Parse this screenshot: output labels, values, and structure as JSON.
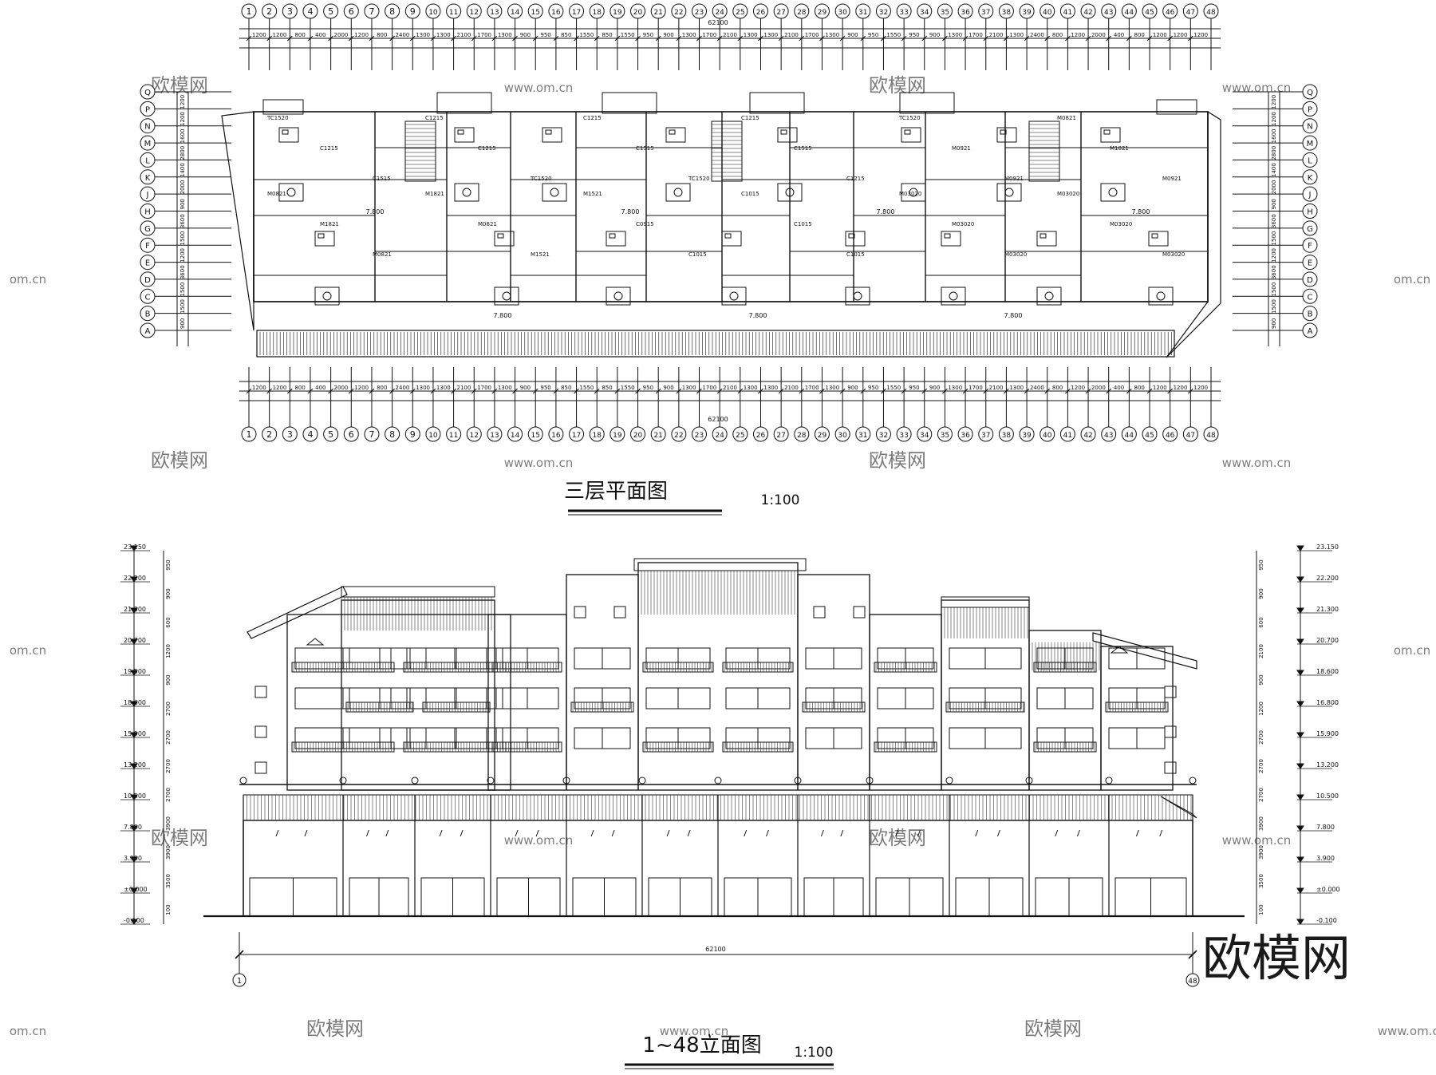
{
  "plan": {
    "title": "三层平面图",
    "scale": "1:100",
    "total_dim": "62100",
    "axis_numbers": [
      "1",
      "2",
      "3",
      "4",
      "5",
      "6",
      "7",
      "8",
      "9",
      "10",
      "11",
      "12",
      "13",
      "14",
      "15",
      "16",
      "17",
      "18",
      "19",
      "20",
      "21",
      "22",
      "23",
      "24",
      "25",
      "26",
      "27",
      "28",
      "29",
      "30",
      "31",
      "32",
      "33",
      "34",
      "35",
      "36",
      "37",
      "38",
      "39",
      "40",
      "41",
      "42",
      "43",
      "44",
      "45",
      "46",
      "47",
      "48"
    ],
    "axis_letters": [
      "Q",
      "P",
      "N",
      "M",
      "L",
      "K",
      "J",
      "H",
      "G",
      "F",
      "E",
      "D",
      "C",
      "B",
      "A"
    ],
    "top_dims_row1": [
      "1200",
      "1200",
      "800",
      "400",
      "2000",
      "1200",
      "800",
      "2400",
      "1300",
      "1300",
      "2100",
      "1700",
      "1300",
      "900",
      "950",
      "850",
      "1550",
      "850",
      "1550",
      "950",
      "900",
      "1300",
      "1700",
      "2100",
      "1300",
      "1300",
      "2100",
      "1700",
      "1300",
      "900",
      "950",
      "1550",
      "950",
      "900",
      "1300",
      "1700",
      "2100",
      "1300",
      "2400",
      "800",
      "1200",
      "2000",
      "400",
      "800",
      "1200",
      "1200"
    ],
    "left_dims": [
      "1200",
      "1200",
      "1600",
      "2800",
      "1400",
      "2000",
      "900",
      "3600",
      "1500",
      "1200",
      "3600",
      "1500",
      "1500",
      "900",
      "900"
    ],
    "elevation_marks": [
      "7.800",
      "7.800",
      "7.800",
      "7.800",
      "7.800",
      "7.800",
      "7.800"
    ],
    "room_labels": [
      "TC1520",
      "C1215",
      "C1515",
      "C1215",
      "C1215",
      "TC1520",
      "C1215",
      "C1515",
      "TC1520",
      "C1215",
      "C1515",
      "C1215",
      "TC1520",
      "M0921",
      "M0921",
      "M0821",
      "M1021",
      "M0921",
      "M0821",
      "M1821",
      "M0821",
      "M1821",
      "M0821",
      "M1521",
      "M1521",
      "C0915",
      "C1015",
      "C1015",
      "C1015",
      "C1015",
      "M03020",
      "M03020",
      "M03020",
      "M03020",
      "M03020",
      "M03020"
    ]
  },
  "elevation": {
    "title": "1~48立面图",
    "scale": "1:100",
    "total_dim": "62100",
    "axis_start": "1",
    "axis_end": "48",
    "levels_left": [
      "23.150",
      "22.200",
      "21.300",
      "20.700",
      "19.500",
      "18.600",
      "15.900",
      "13.200",
      "10.500",
      "7.800",
      "3.900",
      "±0.000",
      "-0.100"
    ],
    "levels_right": [
      "23.150",
      "22.200",
      "21.300",
      "20.700",
      "18.600",
      "16.800",
      "15.900",
      "13.200",
      "10.500",
      "7.800",
      "3.900",
      "±0.000",
      "-0.100"
    ],
    "left_dims": [
      "950",
      "900",
      "600",
      "1200",
      "900",
      "2700",
      "2700",
      "2700",
      "2700",
      "3900",
      "3900",
      "3500",
      "100"
    ],
    "right_dims": [
      "950",
      "900",
      "600",
      "2100",
      "900",
      "1200",
      "2700",
      "2700",
      "2700",
      "3900",
      "3900",
      "3500",
      "100"
    ]
  },
  "watermark": {
    "logo_text": "欧模网",
    "small_text": "欧模网",
    "url_text": "www.om.cn",
    "corner_text": "om.cn"
  }
}
